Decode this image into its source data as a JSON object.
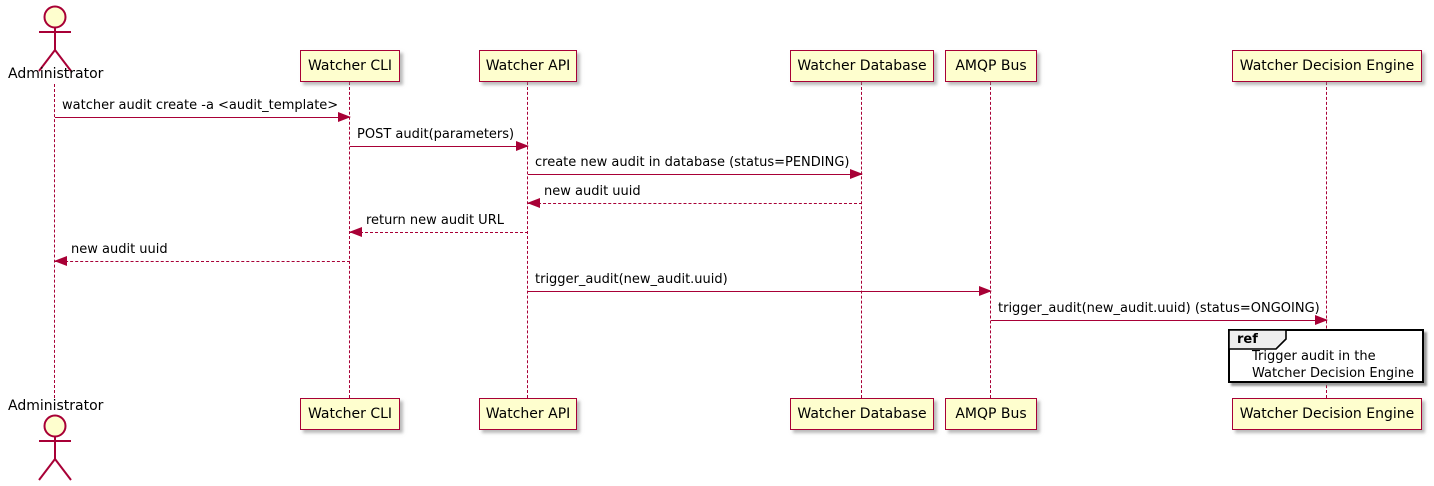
{
  "diagram": {
    "type": "sequence-diagram",
    "actor": {
      "name": "Administrator"
    },
    "participants": [
      {
        "label": "Watcher CLI"
      },
      {
        "label": "Watcher API"
      },
      {
        "label": "Watcher Database"
      },
      {
        "label": "AMQP Bus"
      },
      {
        "label": "Watcher Decision Engine"
      }
    ],
    "messages": [
      {
        "text": "watcher audit create -a <audit_template>",
        "from": "Administrator",
        "to": "Watcher CLI",
        "style": "solid"
      },
      {
        "text": "POST audit(parameters)",
        "from": "Watcher CLI",
        "to": "Watcher API",
        "style": "solid"
      },
      {
        "text": "create new audit in database (status=PENDING)",
        "from": "Watcher API",
        "to": "Watcher Database",
        "style": "solid"
      },
      {
        "text": "new audit uuid",
        "from": "Watcher Database",
        "to": "Watcher API",
        "style": "dashed"
      },
      {
        "text": "return new audit URL",
        "from": "Watcher API",
        "to": "Watcher CLI",
        "style": "dashed"
      },
      {
        "text": "new audit uuid",
        "from": "Watcher CLI",
        "to": "Administrator",
        "style": "dashed"
      },
      {
        "text": "trigger_audit(new_audit.uuid)",
        "from": "Watcher API",
        "to": "AMQP Bus",
        "style": "solid"
      },
      {
        "text": "trigger_audit(new_audit.uuid) (status=ONGOING)",
        "from": "AMQP Bus",
        "to": "Watcher Decision Engine",
        "style": "solid"
      }
    ],
    "ref": {
      "keyword": "ref",
      "lines": [
        "Trigger audit in the",
        "Watcher Decision Engine"
      ]
    },
    "colors": {
      "accent": "#A80036",
      "participant_fill": "#FEFECE",
      "actor_head_fill": "#FEFECE",
      "ref_border": "#000000",
      "ref_tab_fill": "#EEEEEE",
      "text": "#000000",
      "background": "#FFFFFF"
    }
  }
}
